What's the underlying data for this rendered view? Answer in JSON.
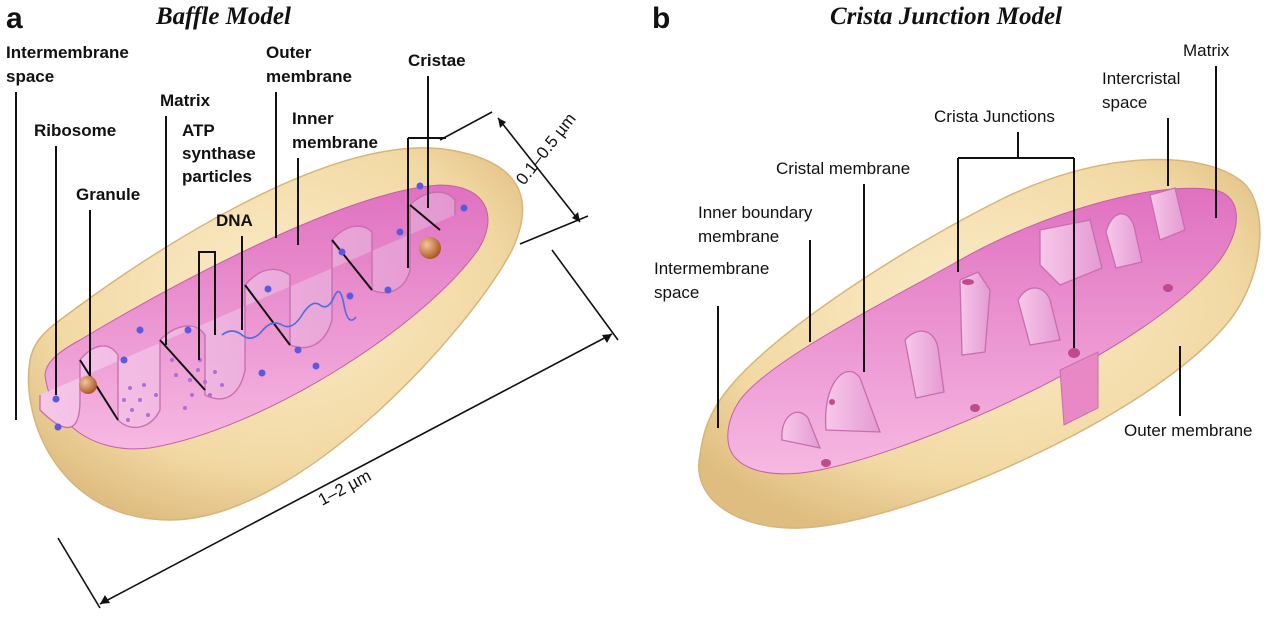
{
  "panel_a": {
    "letter": "a",
    "title": "Baffle  Model",
    "labels": {
      "intermembrane_1": "Intermembrane",
      "intermembrane_2": "space",
      "ribosome": "Ribosome",
      "granule": "Granule",
      "matrix": "Matrix",
      "atp_1": "ATP",
      "atp_2": "synthase",
      "atp_3": "particles",
      "dna": "DNA",
      "outer_1": "Outer",
      "outer_2": "membrane",
      "inner_1": "Inner",
      "inner_2": "membrane",
      "cristae": "Cristae"
    },
    "dimensions": {
      "width": "0.1–0.5 µm",
      "length": "1–2 µm"
    }
  },
  "panel_b": {
    "letter": "b",
    "title": "Crista Junction Model",
    "labels": {
      "matrix": "Matrix",
      "intercristal_1": "Intercristal",
      "intercristal_2": "space",
      "crista_junctions": "Crista Junctions",
      "cristal_membrane": "Cristal membrane",
      "inner_boundary_1": "Inner boundary",
      "inner_boundary_2": "membrane",
      "intermembrane_1": "Intermembrane",
      "intermembrane_2": "space",
      "outer_membrane": "Outer membrane"
    }
  },
  "colors": {
    "outer_shell": "#f2d9a4",
    "outer_shell_dark": "#e3c285",
    "inner_pink": "#ee8fcf",
    "crista_pink": "#f3b9e3",
    "dots": "#5a5ae0",
    "granule": "#c8743a"
  }
}
